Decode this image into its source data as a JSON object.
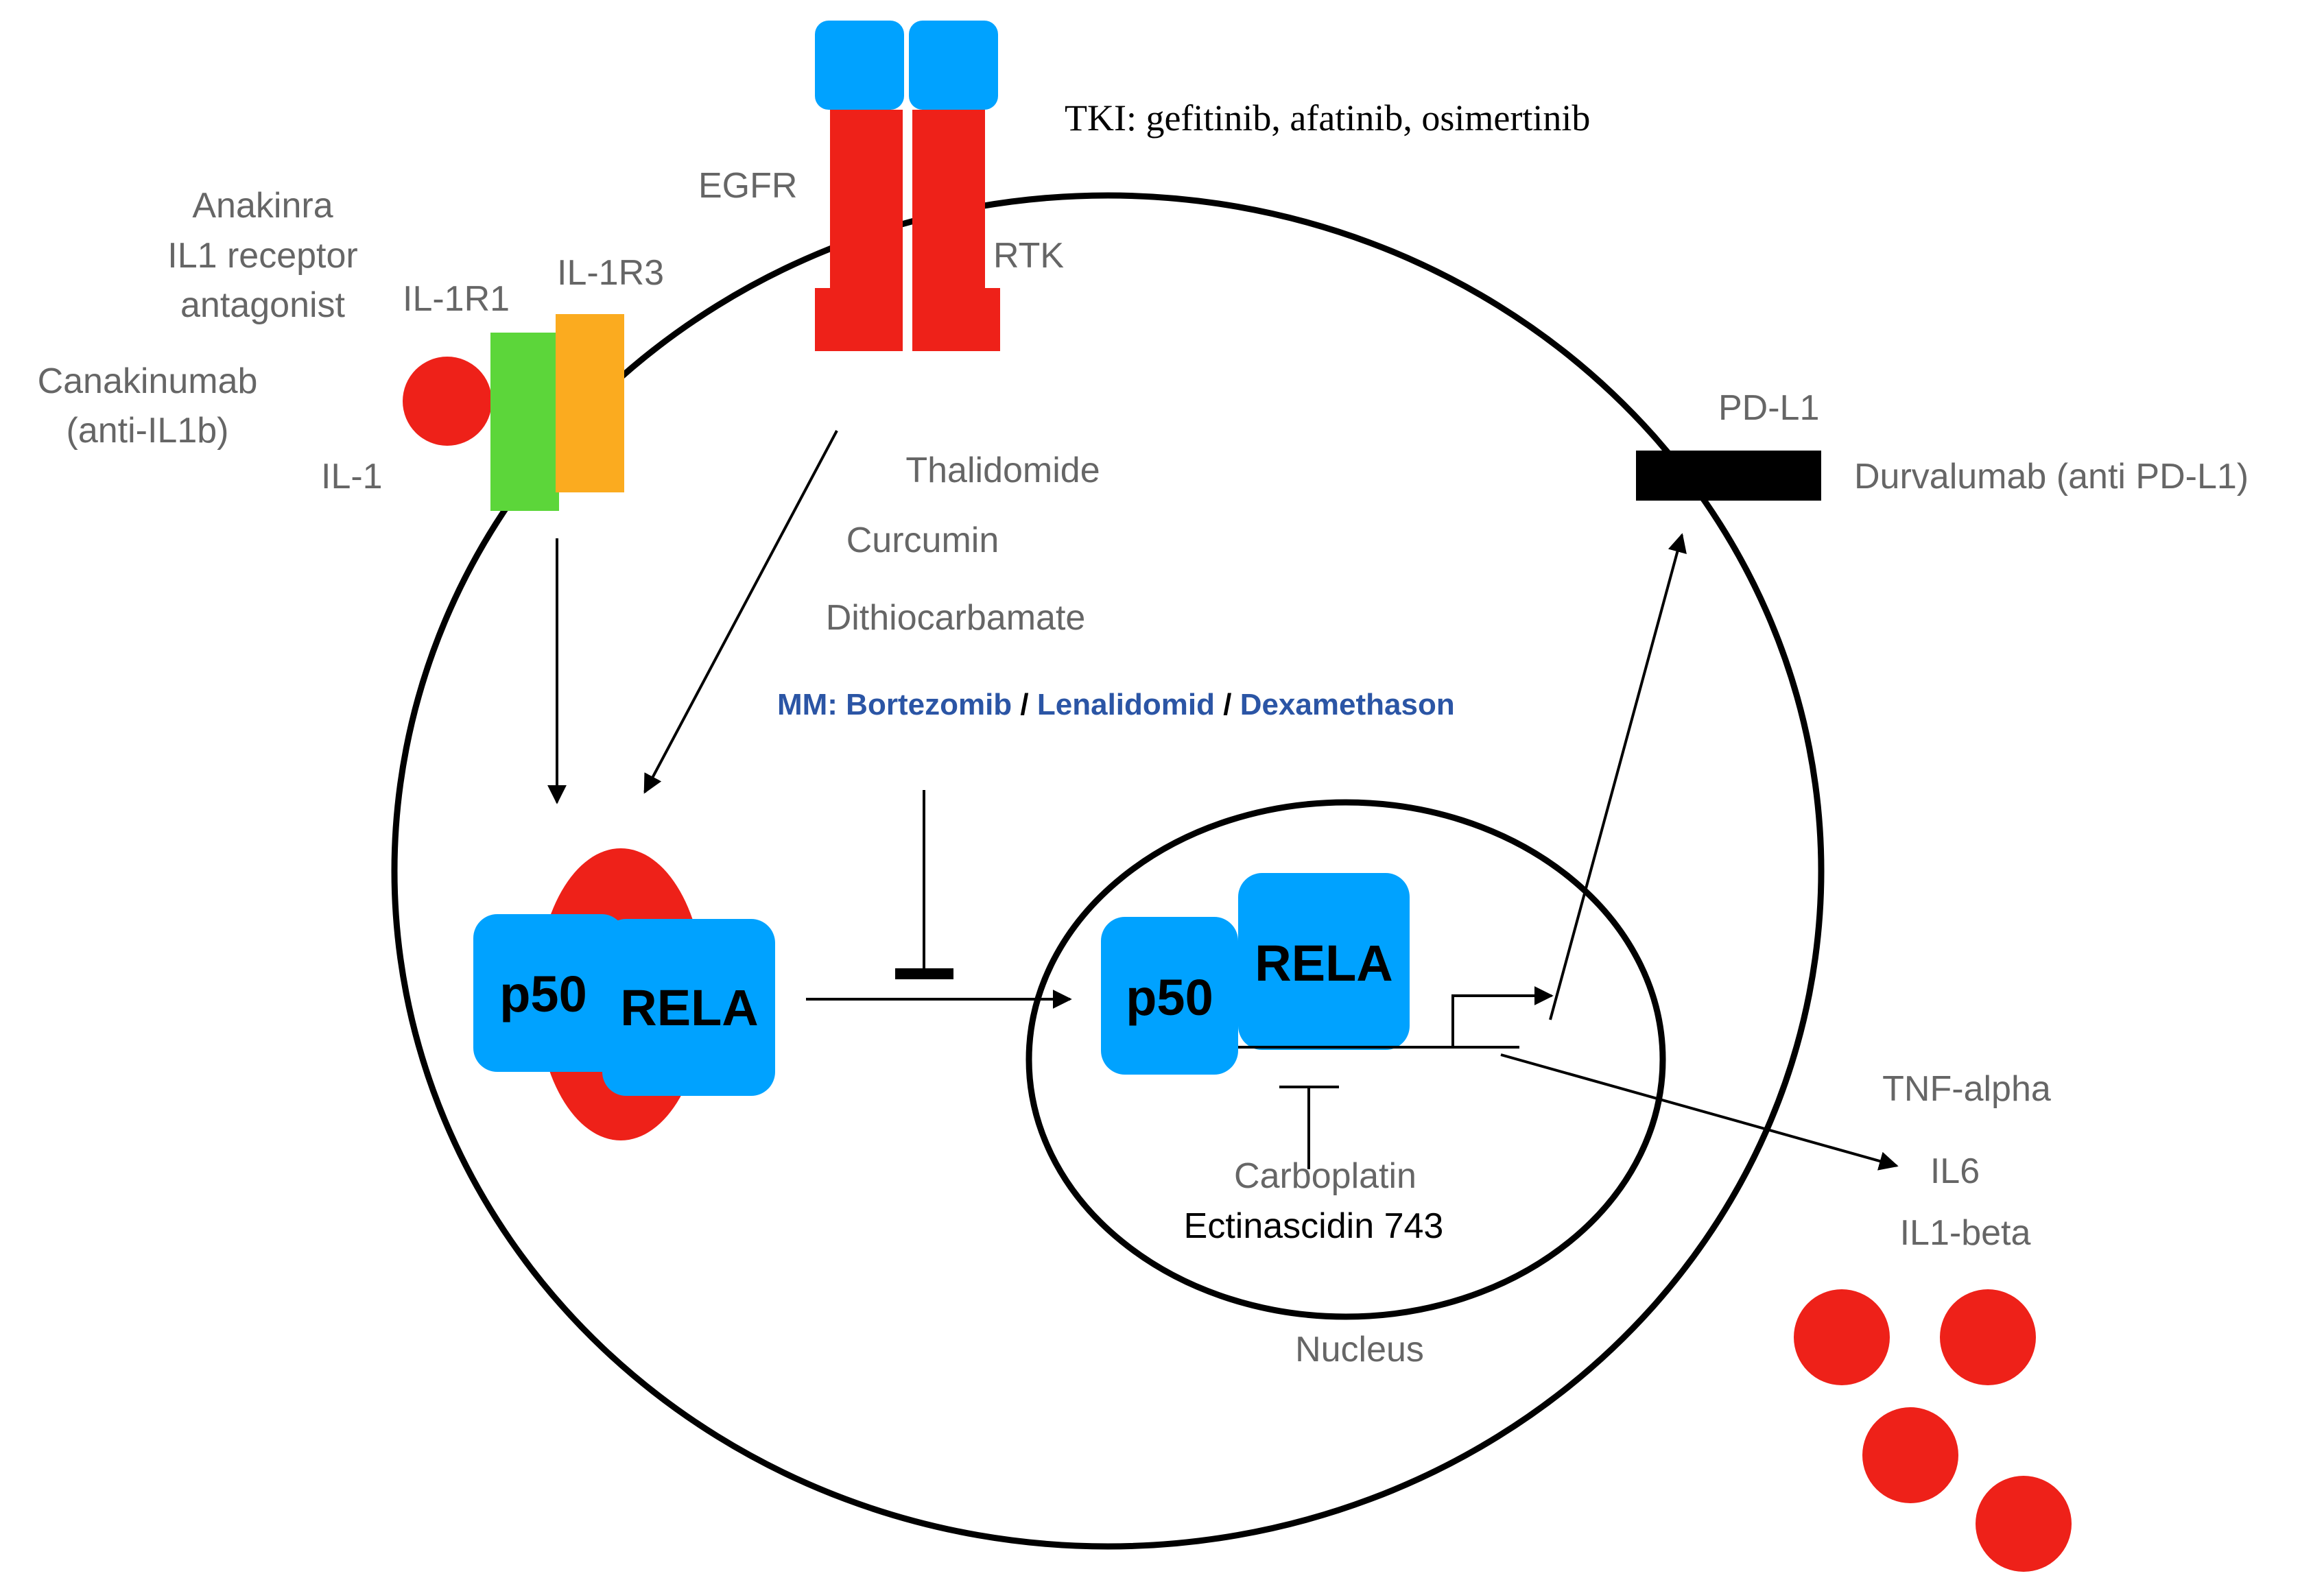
{
  "colors": {
    "outline": "#000000",
    "label_gray": "#666666",
    "drug_blue": "#2b55a5",
    "protein_blue": "#00a2ff",
    "receptor_red": "#ee2119",
    "il1r1_green": "#5cd63a",
    "il1r3_orange": "#fbab1f",
    "cytokine_red": "#ee2119"
  },
  "labels": {
    "tki": "TKI: gefitinib, afatinib, osimertinib",
    "egfr": "EGFR",
    "rtk": "RTK",
    "anakinra": [
      "Anakinra",
      "IL1 receptor",
      "antagonist"
    ],
    "il1r1": "IL-1R1",
    "il1r3": "IL-1R3",
    "canakinumab": [
      "Canakinumab",
      "(anti-IL1b)"
    ],
    "il1": "IL-1",
    "pdl1": "PD-L1",
    "durvalumab": "Durvalumab (anti PD-L1)",
    "thalidomide": "Thalidomide",
    "curcumin": "Curcumin",
    "dithiocarbamate": "Dithiocarbamate",
    "mm_prefix": "MM: Bortezomib",
    "mm_sep1": " / ",
    "mm_lenalidomid": "Lenalidomid",
    "mm_sep2": " / ",
    "mm_dexamethason": "Dexamethason",
    "p50_cyto": "p50",
    "rela_cyto": "RELA",
    "p50_nuc": "p50",
    "rela_nuc": "RELA",
    "carboplatin": "Carboplatin",
    "ectinascidin": "Ectinascidin 743",
    "nucleus": "Nucleus",
    "tnf_alpha": "TNF-alpha",
    "il6": "IL6",
    "il1_beta": "IL1-beta"
  }
}
